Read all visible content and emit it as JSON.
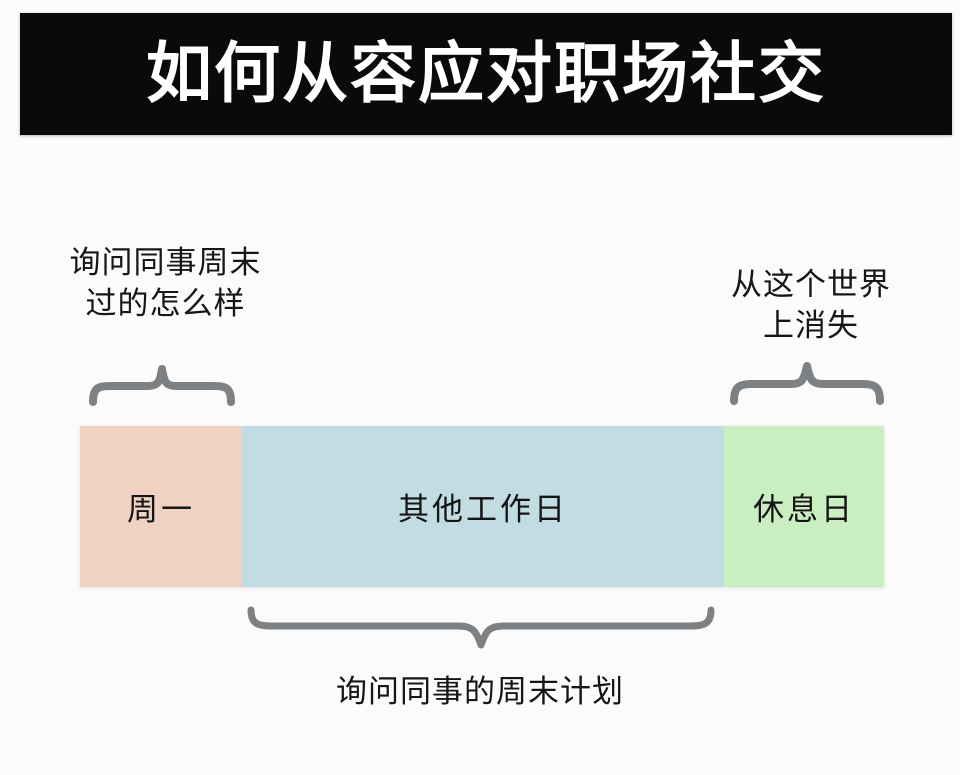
{
  "banner": {
    "title": "如何从容应对职场社交",
    "background_color": "#0a0a0a",
    "text_color": "#ffffff"
  },
  "timeline": {
    "segments": [
      {
        "label": "周一",
        "color": "#f0d2c2",
        "name": "monday"
      },
      {
        "label": "其他工作日",
        "color": "#c2dce4",
        "name": "weekdays"
      },
      {
        "label": "休息日",
        "color": "#c8eec2",
        "name": "restday"
      }
    ]
  },
  "annotations": {
    "left": {
      "line1": "询问同事周末",
      "line2": "过的怎么样",
      "brace_direction": "down",
      "targets": "monday"
    },
    "right": {
      "line1": "从这个世界",
      "line2": "上消失",
      "brace_direction": "down",
      "targets": "restday"
    },
    "bottom": {
      "line1": "询问同事的周末计划",
      "brace_direction": "up",
      "targets": "weekdays"
    }
  },
  "colors": {
    "background": "#fbfbfb",
    "brace": "#7e8183",
    "text": "#161616"
  }
}
